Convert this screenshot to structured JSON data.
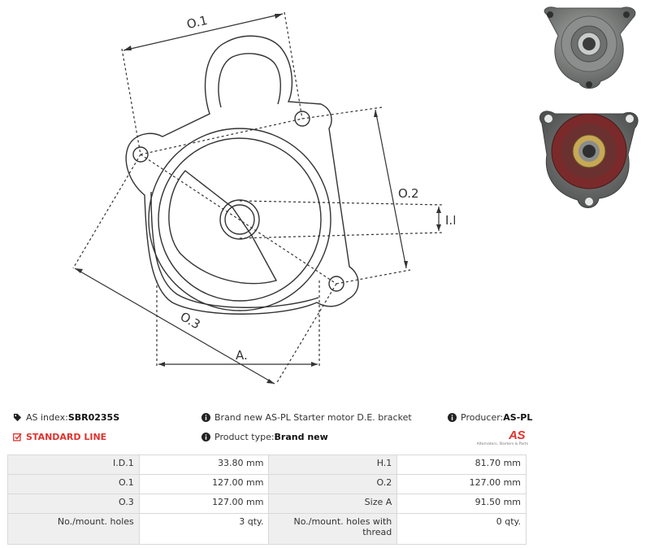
{
  "drawing": {
    "labels": {
      "o1": "O.1",
      "o2": "O.2",
      "o3": "O.3",
      "id1": "I.D.1",
      "a": "A."
    }
  },
  "info": {
    "as_index_label": "AS index: ",
    "as_index_value": "SBR0235S",
    "description": "Brand new AS-PL Starter motor D.E. bracket",
    "producer_label": "Producer: ",
    "producer_value": "AS-PL",
    "line": "STANDARD LINE",
    "product_type_label": "Product type: ",
    "product_type_value": "Brand new"
  },
  "logo": {
    "mark": "AS",
    "tagline": "Alternators, Starters & Parts"
  },
  "specs": [
    {
      "l1": "I.D.1",
      "v1": "33.80 mm",
      "l2": "H.1",
      "v2": "81.70 mm"
    },
    {
      "l1": "O.1",
      "v1": "127.00 mm",
      "l2": "O.2",
      "v2": "127.00 mm"
    },
    {
      "l1": "O.3",
      "v1": "127.00 mm",
      "l2": "Size A",
      "v2": "91.50 mm"
    },
    {
      "l1": "No./mount. holes",
      "v1": "3 qty.",
      "l2": "No./mount. holes with thread",
      "v2": "0 qty."
    }
  ],
  "colors": {
    "accent": "#e0322d",
    "label_bg": "#efefef",
    "border": "#d9d9d9"
  }
}
